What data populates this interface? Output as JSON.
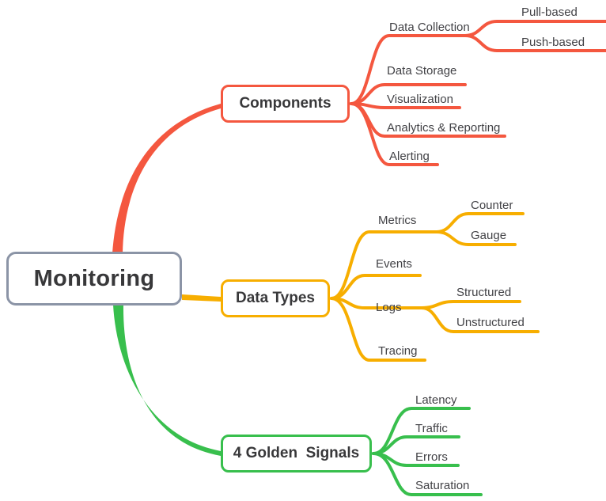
{
  "diagram": {
    "type": "mind-map",
    "title": "Monitoring",
    "background": "#ffffff",
    "text_color": "#424246",
    "root": {
      "label": "Monitoring",
      "border_color": "#8b94a6"
    },
    "branches": [
      {
        "label": "Components",
        "color": "#f4573f",
        "children": [
          {
            "label": "Data Collection",
            "children": [
              {
                "label": "Pull-based"
              },
              {
                "label": "Push-based"
              }
            ]
          },
          {
            "label": "Data Storage",
            "children": []
          },
          {
            "label": "Visualization",
            "children": []
          },
          {
            "label": "Analytics & Reporting",
            "children": []
          },
          {
            "label": "Alerting",
            "children": []
          }
        ]
      },
      {
        "label": "Data Types",
        "color": "#f7ae00",
        "children": [
          {
            "label": "Metrics",
            "children": [
              {
                "label": "Counter"
              },
              {
                "label": "Gauge"
              }
            ]
          },
          {
            "label": "Events",
            "children": []
          },
          {
            "label": "Logs",
            "children": [
              {
                "label": "Structured"
              },
              {
                "label": "Unstructured"
              }
            ]
          },
          {
            "label": "Tracing",
            "children": []
          }
        ]
      },
      {
        "label": "4 Golden  Signals",
        "color": "#38bf4d",
        "children": [
          {
            "label": "Latency",
            "children": []
          },
          {
            "label": "Traffic",
            "children": []
          },
          {
            "label": "Errors",
            "children": []
          },
          {
            "label": "Saturation",
            "children": []
          }
        ]
      }
    ]
  },
  "labels": {
    "root": "Monitoring",
    "components": "Components",
    "data_types": "Data Types",
    "golden_signals": "4 Golden  Signals",
    "data_collection": "Data Collection",
    "pull_based": "Pull-based",
    "push_based": "Push-based",
    "data_storage": "Data Storage",
    "visualization": "Visualization",
    "analytics_reporting": "Analytics & Reporting",
    "alerting": "Alerting",
    "metrics": "Metrics",
    "counter": "Counter",
    "gauge": "Gauge",
    "events": "Events",
    "logs": "Logs",
    "structured": "Structured",
    "unstructured": "Unstructured",
    "tracing": "Tracing",
    "latency": "Latency",
    "traffic": "Traffic",
    "errors": "Errors",
    "saturation": "Saturation"
  },
  "colors": {
    "components": "#f4573f",
    "data_types": "#f7ae00",
    "golden_signals": "#38bf4d",
    "root_border": "#8b94a6",
    "text": "#424246"
  }
}
